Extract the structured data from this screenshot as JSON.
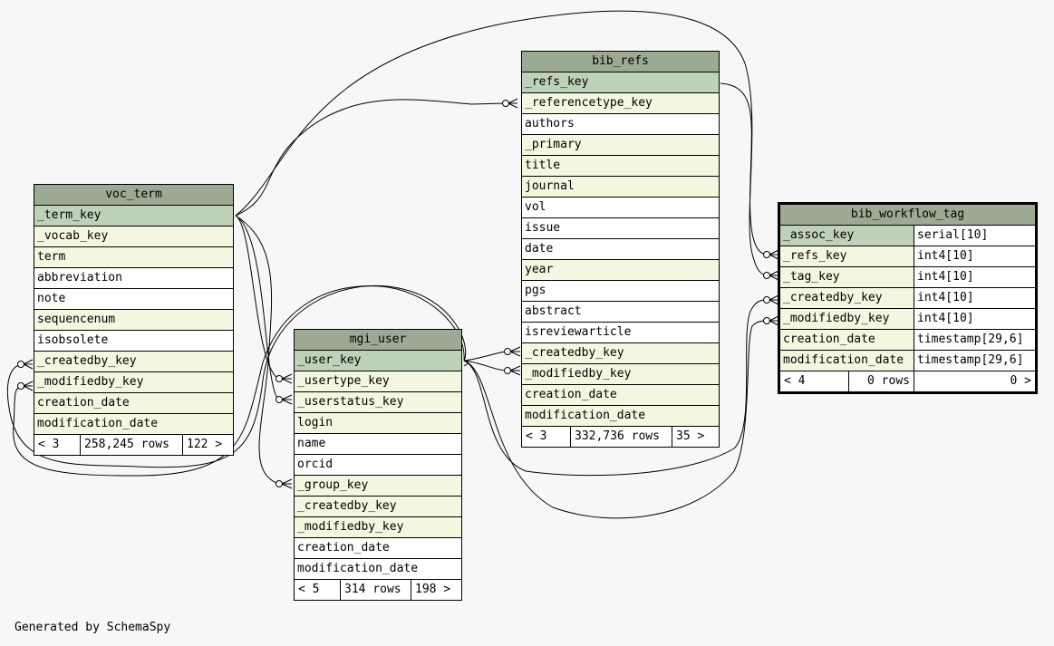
{
  "tables": {
    "voc_term": {
      "name": "voc_term",
      "columns": [
        "_term_key",
        "_vocab_key",
        "term",
        "abbreviation",
        "note",
        "sequencenum",
        "isobsolete",
        "_createdby_key",
        "_modifiedby_key",
        "creation_date",
        "modification_date"
      ],
      "footer": {
        "parents": "< 3",
        "rows": "258,245 rows",
        "children": "122 >"
      }
    },
    "mgi_user": {
      "name": "mgi_user",
      "columns": [
        "_user_key",
        "_usertype_key",
        "_userstatus_key",
        "login",
        "name",
        "orcid",
        "_group_key",
        "_createdby_key",
        "_modifiedby_key",
        "creation_date",
        "modification_date"
      ],
      "footer": {
        "parents": "< 5",
        "rows": "314 rows",
        "children": "198 >"
      }
    },
    "bib_refs": {
      "name": "bib_refs",
      "columns": [
        "_refs_key",
        "_referencetype_key",
        "authors",
        "_primary",
        "title",
        "journal",
        "vol",
        "issue",
        "date",
        "year",
        "pgs",
        "abstract",
        "isreviewarticle",
        "_createdby_key",
        "_modifiedby_key",
        "creation_date",
        "modification_date"
      ],
      "footer": {
        "parents": "< 3",
        "rows": "332,736 rows",
        "children": "35 >"
      }
    },
    "bib_workflow_tag": {
      "name": "bib_workflow_tag",
      "columns": [
        {
          "name": "_assoc_key",
          "type": "serial[10]"
        },
        {
          "name": "_refs_key",
          "type": "int4[10]"
        },
        {
          "name": "_tag_key",
          "type": "int4[10]"
        },
        {
          "name": "_createdby_key",
          "type": "int4[10]"
        },
        {
          "name": "_modifiedby_key",
          "type": "int4[10]"
        },
        {
          "name": "creation_date",
          "type": "timestamp[29,6]"
        },
        {
          "name": "modification_date",
          "type": "timestamp[29,6]"
        }
      ],
      "footer": {
        "parents": "< 4",
        "rows": "0 rows",
        "children": "0 >"
      }
    }
  },
  "footer_note": "Generated by SchemaSpy",
  "colors": {
    "header": "#9caa94",
    "primary_key": "#bed1b9",
    "foreign_key": "#f4f7df",
    "plain": "#ffffff",
    "background": "#f7f7f7"
  }
}
